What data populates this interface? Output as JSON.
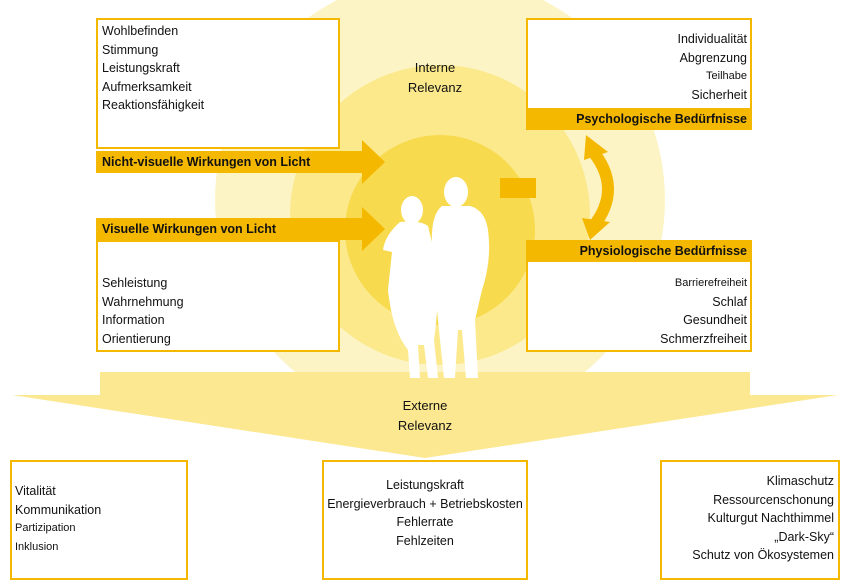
{
  "center": {
    "internal": [
      "Interne",
      "Relevanz"
    ],
    "external": [
      "Externe",
      "Relevanz"
    ]
  },
  "box_top_left": {
    "items": [
      "Wohlbefinden",
      "Stimmung",
      "Leistungskraft",
      "Aufmerksamkeit",
      "Reaktionsfähigkeit"
    ],
    "bar": "Nicht-visuelle Wirkungen von Licht"
  },
  "box_bottom_left": {
    "bar": "Visuelle Wirkungen von Licht",
    "items": [
      "Sehleistung",
      "Wahrnehmung",
      "Information",
      "Orientierung"
    ]
  },
  "box_top_right": {
    "items": [
      "Individualität",
      "Abgrenzung",
      "Teilhabe",
      "Sicherheit"
    ],
    "bar": "Psychologische Bedürfnisse"
  },
  "box_bottom_right": {
    "bar": "Physiologische Bedürfnisse",
    "items": [
      "Barrierefreiheit",
      "Schlaf",
      "Gesundheit",
      "Schmerzfreiheit"
    ]
  },
  "bottom_left": {
    "items": [
      "Vitalität",
      "Kommunikation",
      "Partizipation",
      "Inklusion"
    ]
  },
  "bottom_center": {
    "items": [
      "Leistungskraft",
      "Energieverbrauch + Betriebskosten",
      "Fehlerrate",
      "Fehlzeiten"
    ]
  },
  "bottom_right": {
    "items": [
      "Klimaschutz",
      "Ressourcenschonung",
      "Kulturgut Nachthimmel",
      "„Dark-Sky“",
      "Schutz von Ökosystemen"
    ]
  },
  "colors": {
    "accent": "#f5b800",
    "glow_outer": "#fdf4c0",
    "glow_mid": "#fbe98a",
    "glow_inner": "#f8d94a"
  },
  "icons": [
    "people-silhouette-icon",
    "arrow-right-icon",
    "double-arrow-icon",
    "down-arrow-icon"
  ]
}
